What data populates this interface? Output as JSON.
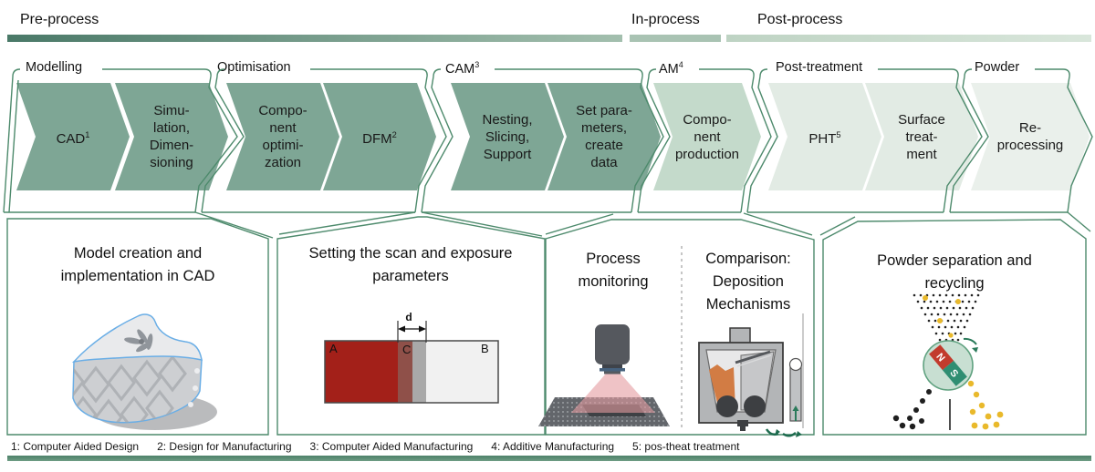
{
  "phases": [
    {
      "label": "Pre-process"
    },
    {
      "label": "In-process"
    },
    {
      "label": "Post-process"
    }
  ],
  "groups": [
    {
      "label": "Modelling",
      "chevrons": [
        {
          "lines": [
            "CAD"
          ],
          "sup": "1"
        },
        {
          "lines": [
            "Simu-",
            "lation,",
            "Dimen-",
            "sioning"
          ]
        }
      ]
    },
    {
      "label": "Optimisation",
      "chevrons": [
        {
          "lines": [
            "Compo-",
            "nent",
            "optimi-",
            "zation"
          ]
        },
        {
          "lines": [
            "DFM"
          ],
          "sup": "2"
        }
      ]
    },
    {
      "label": "CAM",
      "sup": "3",
      "chevrons": [
        {
          "lines": [
            "Nesting,",
            "Slicing,",
            "Support"
          ]
        },
        {
          "lines": [
            "Set para-",
            "meters,",
            "create",
            "data"
          ]
        }
      ]
    },
    {
      "label": "AM",
      "sup": "4",
      "chevrons": [
        {
          "lines": [
            "Compo-",
            "nent",
            "production"
          ]
        }
      ]
    },
    {
      "label": "Post-treatment",
      "chevrons": [
        {
          "lines": [
            "PHT"
          ],
          "sup": "5"
        },
        {
          "lines": [
            "Surface",
            "treat-",
            "ment"
          ]
        }
      ]
    },
    {
      "label": "Powder",
      "chevrons": [
        {
          "lines": [
            "Re-",
            "processing"
          ]
        }
      ]
    }
  ],
  "panels": [
    {
      "title": "Model creation and implementation in CAD"
    },
    {
      "title": "Setting the scan and exposure parameters",
      "diagram": {
        "label_a": "A",
        "label_b": "B",
        "label_c": "C",
        "label_d": "d"
      }
    },
    {
      "left_title": "Process monitoring",
      "right_title": "Comparison: Deposition Mechanisms"
    },
    {
      "title": "Powder separation and recycling",
      "magnet": {
        "north": "N",
        "south": "S"
      }
    }
  ],
  "footnotes": [
    "1: Computer Aided Design",
    "2: Design for Manufacturing",
    "3: Computer Aided Manufacturing",
    "4: Additive Manufacturing",
    "5: pos-theat treatment"
  ],
  "colors": {
    "outline": "#4d8a6c",
    "chevron_dark": "#7ea695",
    "chevron_medium": "#c4dacb",
    "chevron_light": "#e2ebe4",
    "chevron_lighter": "#eaf0eb",
    "bar_pre_start": "#4a7968",
    "bar_pre_end": "#a3bfae",
    "bar_in": "#a9c3b3",
    "bar_post_start": "#bed3c3",
    "bar_post_end": "#d9e6db",
    "footer_bar_top": "#4c8169",
    "footer_bar_bottom": "#6f9c84",
    "diagram_red": "#a32019",
    "diagram_overlap_red": "#8f5049",
    "diagram_overlap_gray": "#a9a9a9",
    "diagram_light": "#f1f1f1",
    "powder_yellow": "#e9b92b",
    "magnet_red": "#c23b2d",
    "magnet_green": "#2f8e72"
  }
}
